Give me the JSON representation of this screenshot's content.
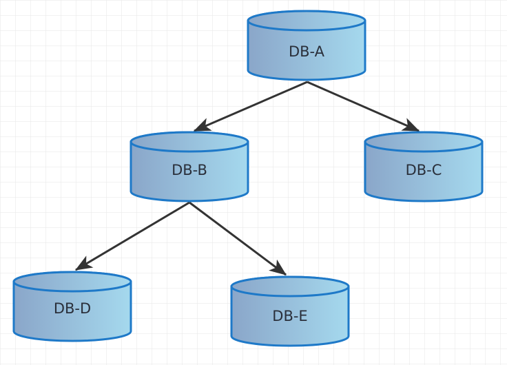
{
  "diagram": {
    "nodes": [
      {
        "id": "a",
        "label": "DB-A"
      },
      {
        "id": "b",
        "label": "DB-B"
      },
      {
        "id": "c",
        "label": "DB-C"
      },
      {
        "id": "d",
        "label": "DB-D"
      },
      {
        "id": "e",
        "label": "DB-E"
      }
    ],
    "edges": [
      {
        "from": "a",
        "to": "b"
      },
      {
        "from": "a",
        "to": "c"
      },
      {
        "from": "b",
        "to": "d"
      },
      {
        "from": "b",
        "to": "e"
      }
    ],
    "colors": {
      "node_fill_start": "#8aa6c9",
      "node_fill_end": "#a5d9ee",
      "node_stroke": "#1e79c8",
      "edge": "#333333",
      "grid": "#e6e6e6"
    }
  }
}
